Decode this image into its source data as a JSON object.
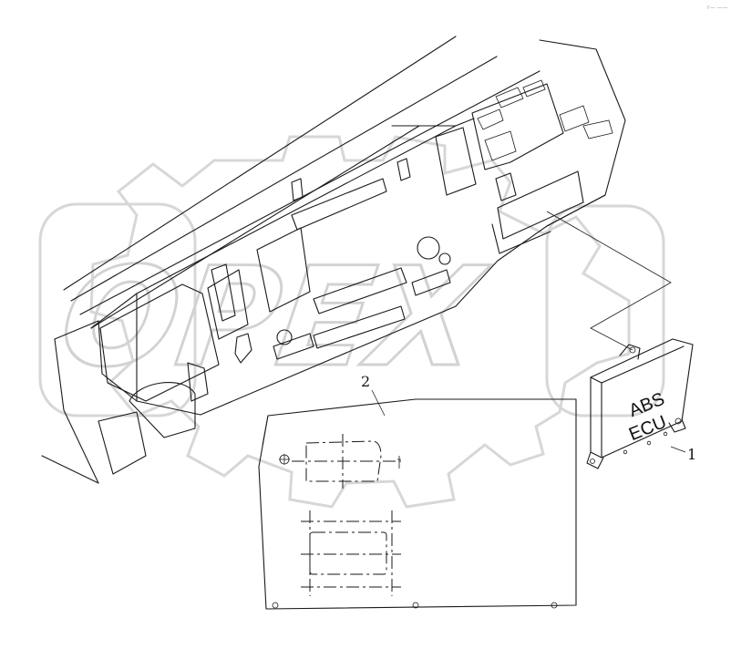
{
  "diagram": {
    "callouts": [
      {
        "id": "1",
        "label": "1"
      },
      {
        "id": "2",
        "label": "2"
      }
    ],
    "ecu_label_line1": "ABS",
    "ecu_label_line2": "ECU",
    "watermark": "OPEX",
    "corner_mark": "r— ——",
    "colors": {
      "ink": "#1a1a1a",
      "watermark": "#d7d7d7"
    }
  }
}
